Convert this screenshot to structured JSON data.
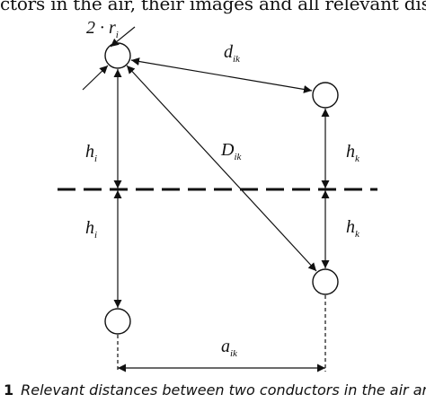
{
  "header_text": "ctors in the air, their images and all relevant distances betw",
  "labels": {
    "radius_prefix": "2 · r",
    "radius_sub": "i",
    "d_main": "d",
    "d_sub": "ik",
    "D_main": "D",
    "D_sub": "ik",
    "hi_left_main": "h",
    "hi_left_sub": "i",
    "hk_right_main": "h",
    "hk_right_sub": "k",
    "hi_img_main": "h",
    "hi_img_sub": "i",
    "hk_img_main": "h",
    "hk_img_sub": "k",
    "a_main": "a",
    "a_sub": "ik"
  },
  "caption": {
    "number": "1",
    "text": "Relevant distances between two conductors in the air and their im"
  }
}
